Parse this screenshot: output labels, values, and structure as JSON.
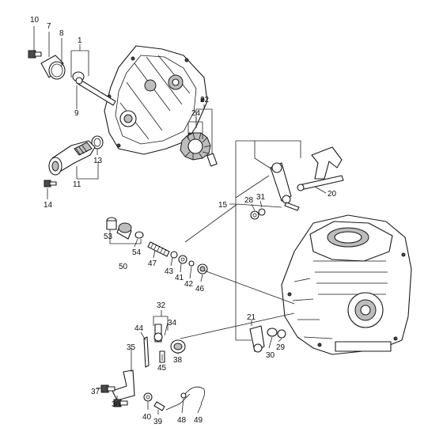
{
  "callouts": {
    "c1": "1",
    "c7": "7",
    "c8": "8",
    "c9": "9",
    "c10": "10",
    "c11": "11",
    "c13": "13",
    "c14": "14",
    "c15": "15",
    "c20": "20",
    "c21": "21",
    "c22": "22",
    "c24": "24",
    "c28": "28",
    "c29": "29",
    "c30": "30",
    "c31": "31",
    "c32": "32",
    "c34": "34",
    "c35": "35",
    "c36": "36",
    "c37": "37",
    "c38": "38",
    "c39": "39",
    "c40": "40",
    "c41": "41",
    "c42": "42",
    "c43": "43",
    "c44": "44",
    "c45": "45",
    "c46": "46",
    "c47": "47",
    "c48": "48",
    "c49": "49",
    "c50": "50",
    "c53": "53",
    "c54": "54"
  },
  "colors": {
    "line": "#1a1a1a",
    "shade": "#bdbdbd",
    "background": "#ffffff"
  }
}
